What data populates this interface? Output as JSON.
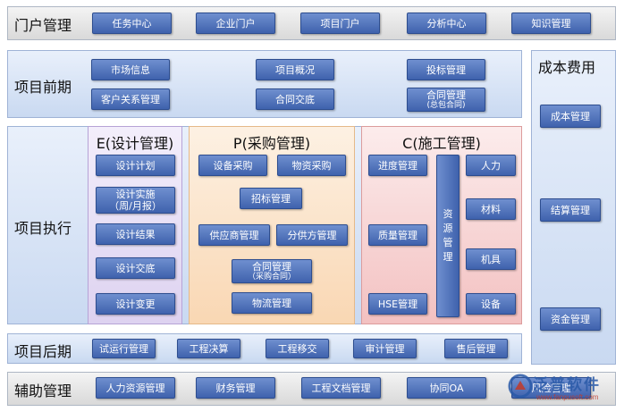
{
  "portal": {
    "label": "门户管理",
    "items": [
      "任务中心",
      "企业门户",
      "项目门户",
      "分析中心",
      "知识管理"
    ]
  },
  "early": {
    "label": "项目前期",
    "items": [
      "市场信息",
      "客户关系管理",
      "项目概况",
      "合同交底",
      "投标管理",
      "合同管理"
    ],
    "contract_sub": "(总包合同)"
  },
  "cost": {
    "label": "成本费用",
    "items": [
      "成本管理",
      "结算管理",
      "资金管理"
    ]
  },
  "execution": {
    "label": "项目执行",
    "design": {
      "title": "E(设计管理)",
      "items": [
        "设计计划",
        "设计实施",
        "设计结果",
        "设计交底",
        "设计变更"
      ],
      "impl_sub": "（周/月报）"
    },
    "procurement": {
      "title": "P(采购管理)",
      "items": [
        "设备采购",
        "物资采购",
        "招标管理",
        "供应商管理",
        "分供方管理",
        "合同管理",
        "物流管理"
      ],
      "contract_sub": "（采购合同）"
    },
    "construction": {
      "title": "C(施工管理)",
      "items": [
        "进度管理",
        "质量管理",
        "HSE管理",
        "人力",
        "材料",
        "机具",
        "设备"
      ],
      "resource_chars": [
        "资",
        "源",
        "管",
        "理"
      ]
    }
  },
  "late": {
    "label": "项目后期",
    "items": [
      "试运行管理",
      "工程决算",
      "工程移交",
      "审计管理",
      "售后管理"
    ]
  },
  "aux": {
    "label": "辅助管理",
    "items": [
      "人力资源管理",
      "财务管理",
      "工程文档管理",
      "协同OA",
      "风险管理"
    ]
  },
  "watermark": {
    "name": "泛普软件",
    "url": "www.fanpusoft.com"
  }
}
